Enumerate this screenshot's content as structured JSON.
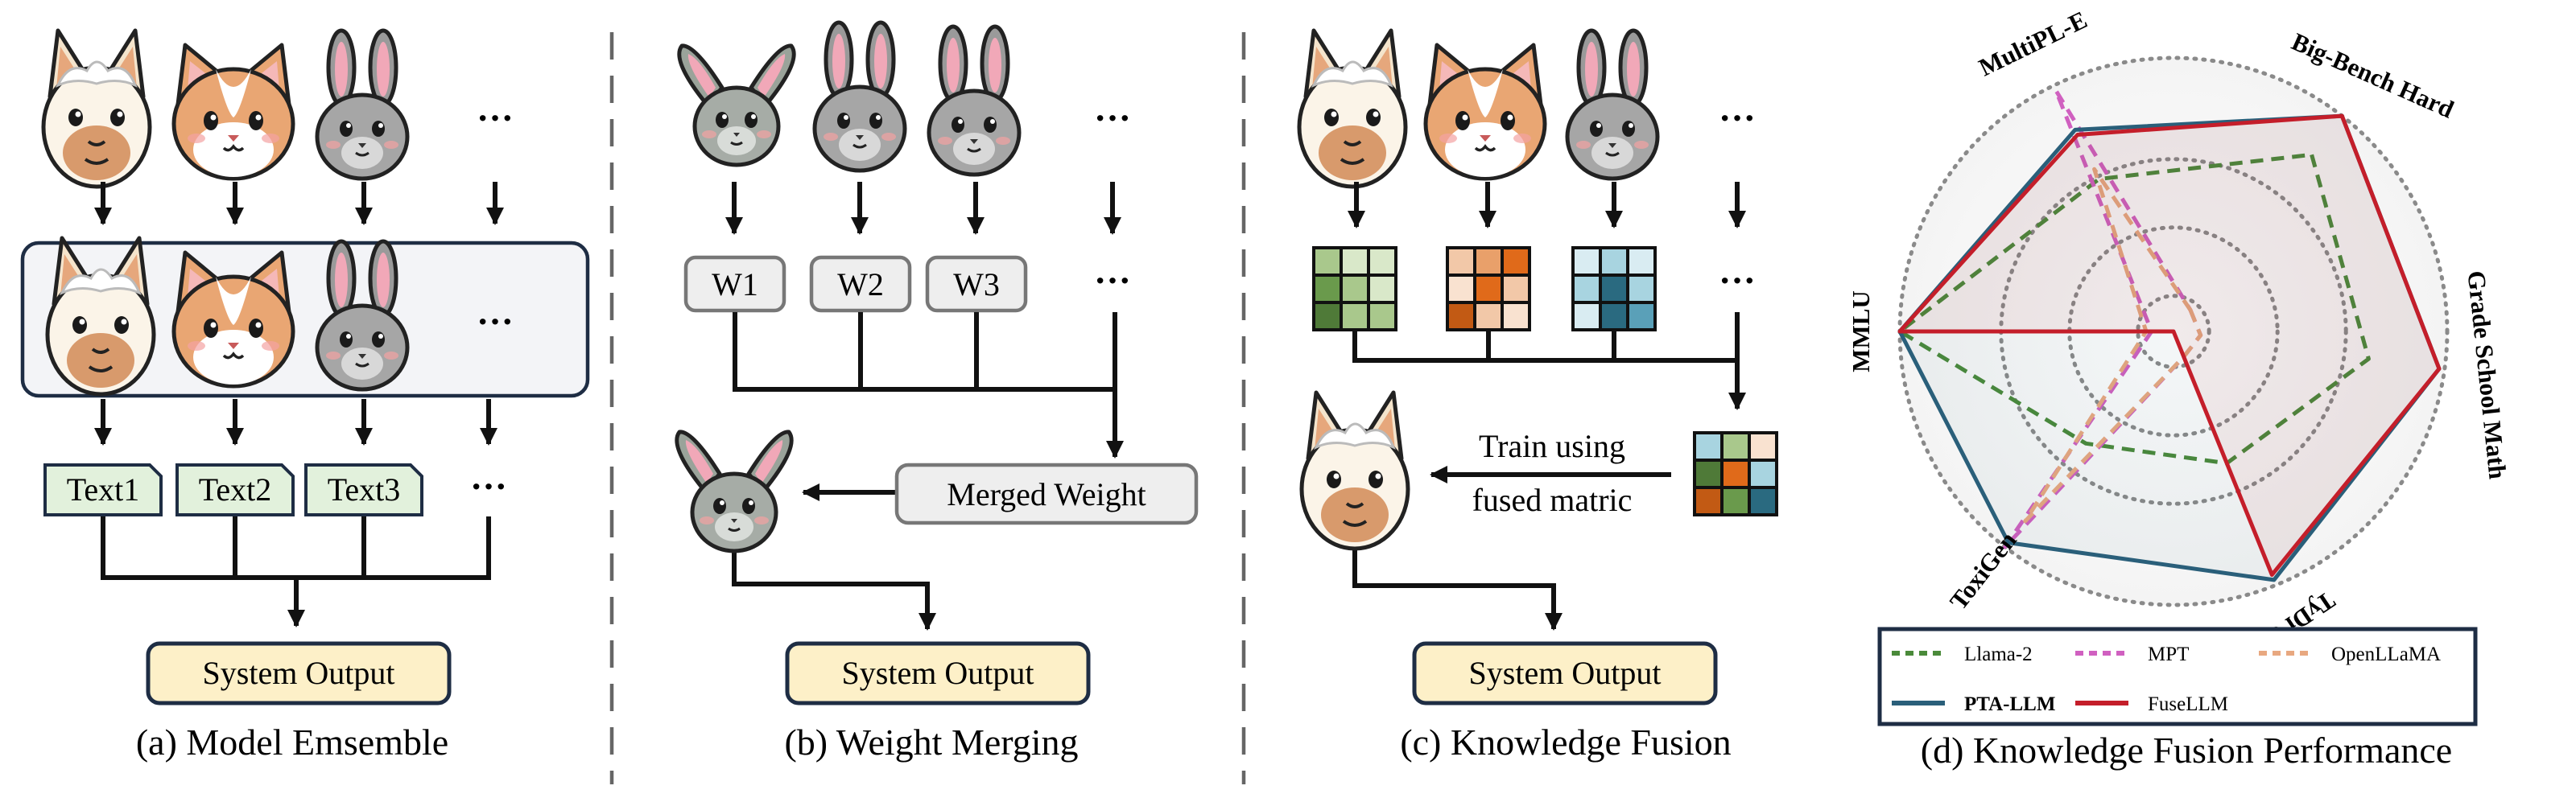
{
  "panels": {
    "a": {
      "caption": "(a) Model Emsemble",
      "ellipsis": "···",
      "texts": [
        "Text1",
        "Text2",
        "Text3"
      ],
      "output": "System Output"
    },
    "b": {
      "caption": "(b) Weight Merging",
      "ellipsis": "···",
      "weights": [
        "W1",
        "W2",
        "W3"
      ],
      "merged": "Merged Weight",
      "output": "System Output"
    },
    "c": {
      "caption": "(c) Knowledge Fusion",
      "ellipsis": "···",
      "train_line1": "Train using",
      "train_line2": "fused matric",
      "output": "System Output"
    },
    "d": {
      "caption": "(d) Knowledge Fusion Performance"
    }
  },
  "icons": [
    "llama-face-icon",
    "cat-face-icon",
    "rabbit-face-icon"
  ],
  "colors": {
    "pta_llm": "#2a5f7a",
    "fusellm": "#c41e2a",
    "llama2": "#4a8a3a",
    "mpt": "#d060c0",
    "openllama": "#e8a880",
    "output_fill": "#fdf0c8",
    "text_box_fill": "#e2f1dc"
  },
  "chart_data": {
    "type": "radar",
    "axes": [
      "Big-Bench Hard",
      "Grade School Math",
      "TyDi QA",
      "ToxiGen",
      "MMLU",
      "MultiPL-E"
    ],
    "series": [
      {
        "name": "Llama-2",
        "values": [
          0.82,
          0.72,
          0.52,
          0.52,
          1.0,
          0.62
        ]
      },
      {
        "name": "MPT",
        "values": [
          0.1,
          0.1,
          0.1,
          1.0,
          0.08,
          0.98
        ]
      },
      {
        "name": "OpenLLaMA",
        "values": [
          0.1,
          0.1,
          0.1,
          0.88,
          0.1,
          0.66
        ]
      },
      {
        "name": "PTA-LLM",
        "values": [
          1.0,
          0.98,
          0.98,
          0.98,
          1.0,
          0.82
        ]
      },
      {
        "name": "FuseLLM",
        "values": [
          1.0,
          0.98,
          0.96,
          0.0,
          1.0,
          0.8
        ]
      }
    ],
    "legend": {
      "position": "bottom",
      "entries": [
        "Llama-2",
        "MPT",
        "OpenLLaMA",
        "PTA-LLM",
        "FuseLLM"
      ]
    },
    "grid": true
  }
}
